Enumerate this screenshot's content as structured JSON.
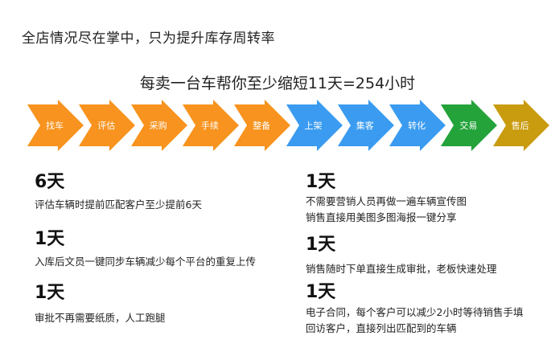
{
  "title": "全店情况尽在掌中，只为提升库存周转率",
  "subtitle": "每卖一台车帮你至少缩短11天=254小时",
  "colors": {
    "orange": "#F7931E",
    "blue": "#3A9BF0",
    "green": "#23A33A",
    "gold": "#C99B0F"
  },
  "steps": [
    {
      "label": "找车",
      "color": "#F7931E"
    },
    {
      "label": "评估",
      "color": "#F7931E"
    },
    {
      "label": "采购",
      "color": "#F7931E"
    },
    {
      "label": "手续",
      "color": "#F7931E"
    },
    {
      "label": "整备",
      "color": "#F7931E"
    },
    {
      "label": "上架",
      "color": "#3A9BF0"
    },
    {
      "label": "集客",
      "color": "#3A9BF0"
    },
    {
      "label": "转化",
      "color": "#3A9BF0"
    },
    {
      "label": "交易",
      "color": "#23A33A"
    },
    {
      "label": "售后",
      "color": "#C99B0F"
    }
  ],
  "left_savings": [
    {
      "amount": "6天",
      "lines": [
        "评估车辆时提前匹配客户至少提前6天"
      ]
    },
    {
      "amount": "1天",
      "lines": [
        "入库后文员一键同步车辆减少每个平台的重复上传"
      ]
    },
    {
      "amount": "1天",
      "lines": [
        "审批不再需要纸质，人工跑腿"
      ]
    }
  ],
  "right_savings": [
    {
      "amount": "1天",
      "lines": [
        "不需要营销人员再做一遍车辆宣传图",
        "销售直接用美图多图海报一键分享"
      ]
    },
    {
      "amount": "1天",
      "lines": [
        "销售随时下单直接生成审批，老板快速处理"
      ]
    },
    {
      "amount": "1天",
      "lines": [
        "电子合同，每个客户可以减少2小时等待销售手填",
        "回访客户，直接列出匹配到的车辆"
      ]
    }
  ]
}
